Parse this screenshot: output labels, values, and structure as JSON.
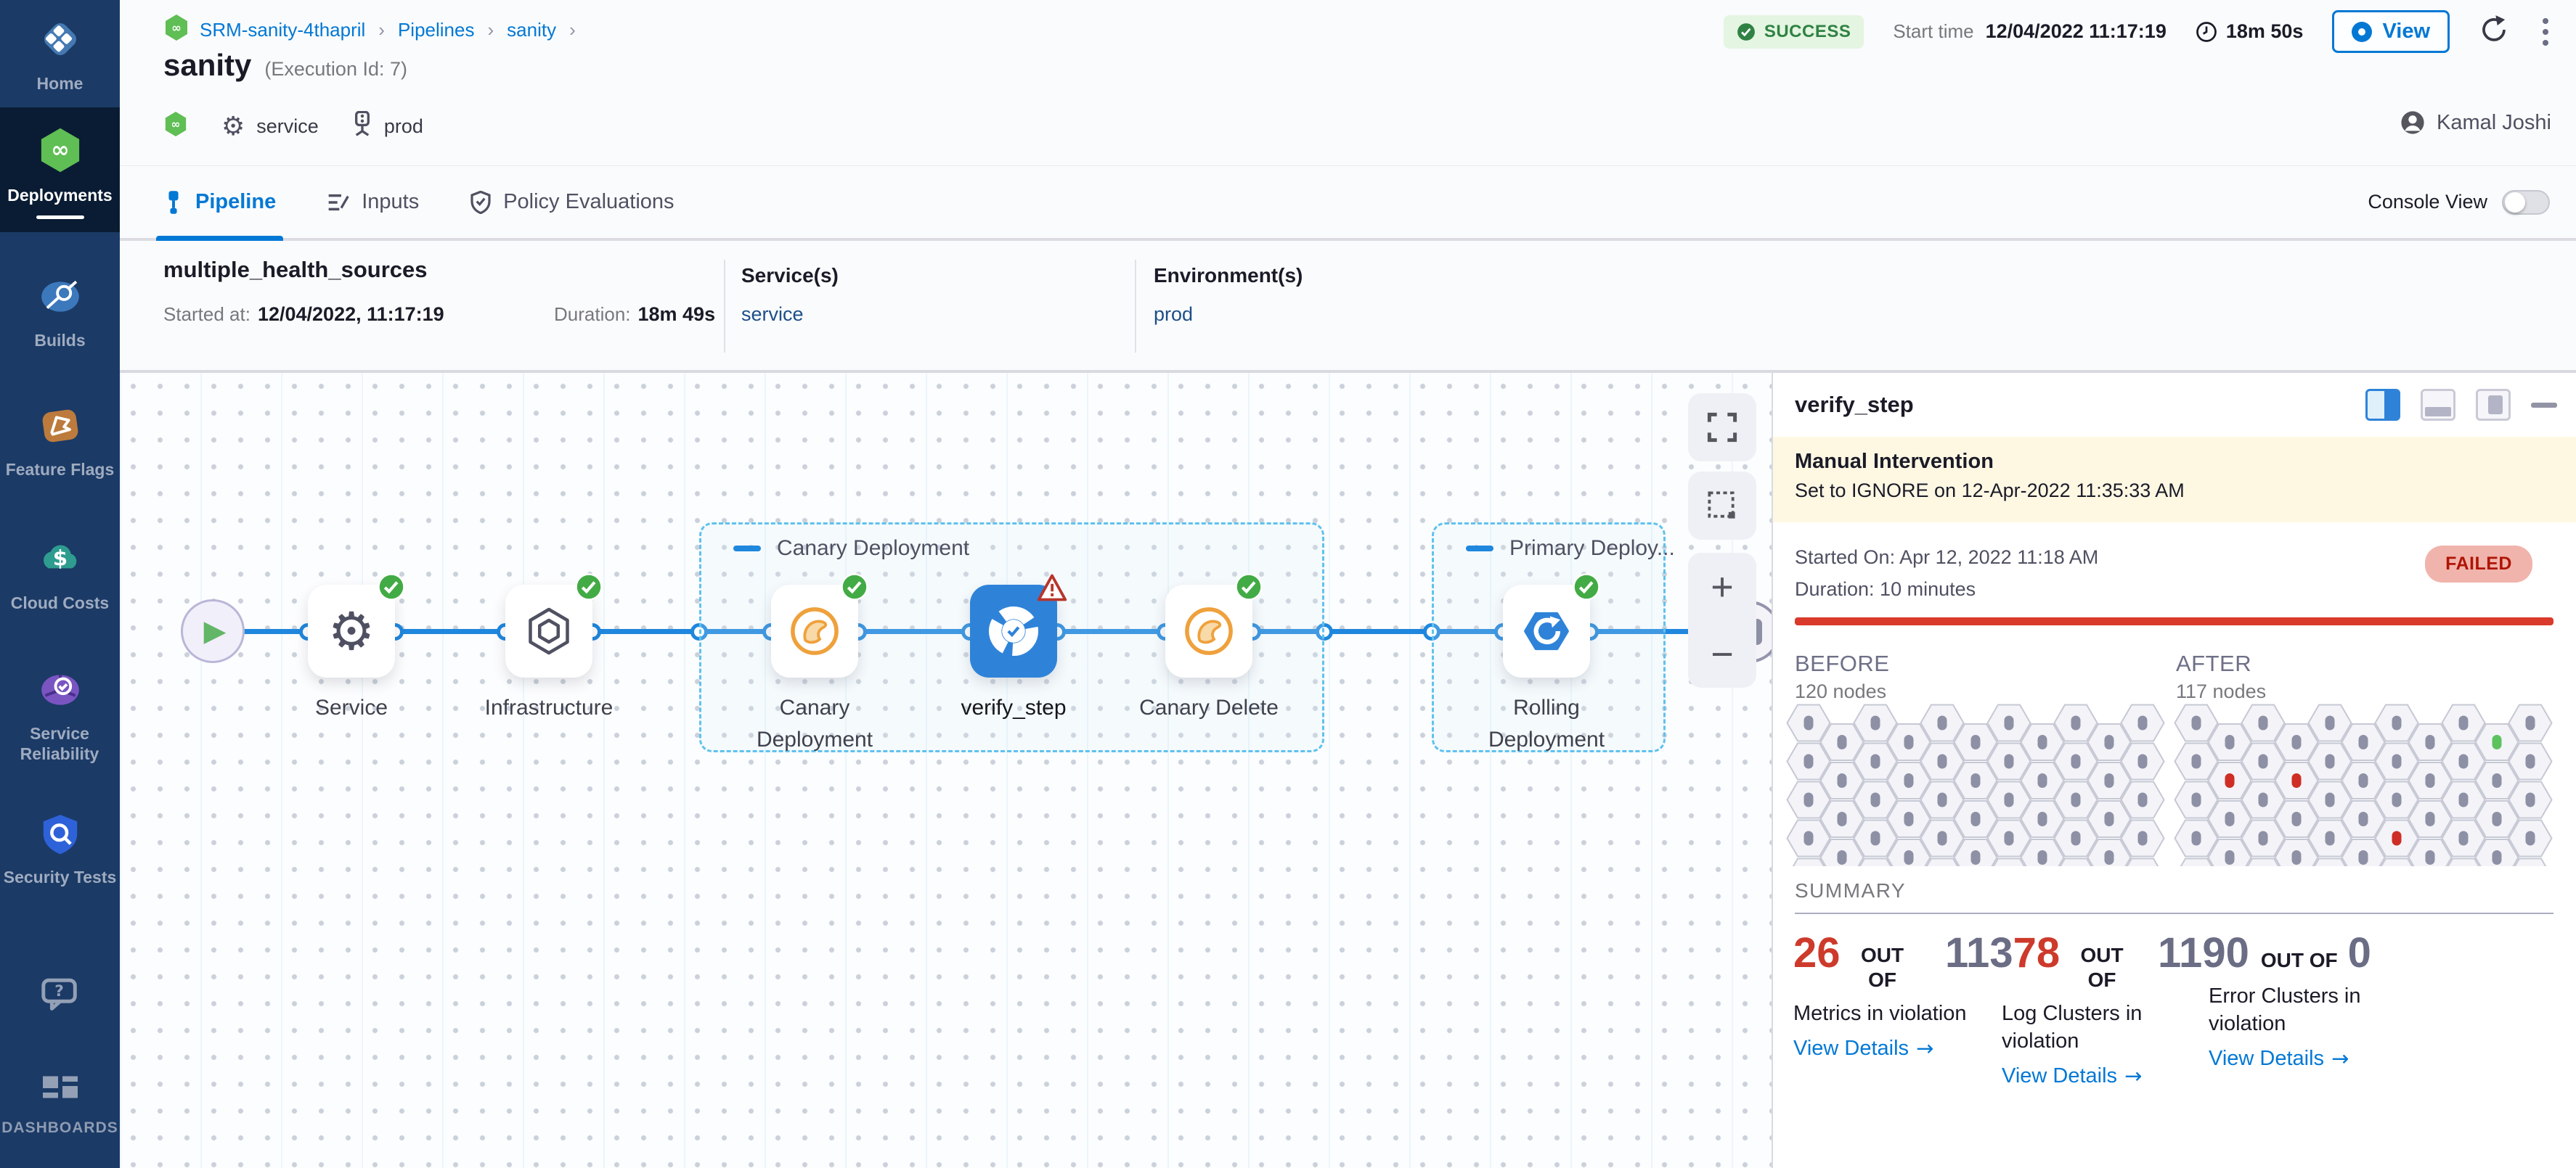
{
  "colors": {
    "accent_blue": "#0278D5",
    "connector_blue": "#1F87DD",
    "success_green": "#42AB45",
    "fail_red": "#D93A2C",
    "hex_dot_gray": "#8E90A5",
    "hex_dot_red": "#CE2E23",
    "hex_dot_green": "#5CC25E"
  },
  "sidebar": {
    "items": [
      {
        "id": "home",
        "label": "Home"
      },
      {
        "id": "deployments",
        "label": "Deployments"
      },
      {
        "id": "builds",
        "label": "Builds"
      },
      {
        "id": "feature-flags",
        "label": "Feature Flags"
      },
      {
        "id": "cloud-costs",
        "label": "Cloud Costs"
      },
      {
        "id": "service-reliability",
        "label": "Service Reliability"
      },
      {
        "id": "security-tests",
        "label": "Security Tests"
      }
    ],
    "dashboards_label": "DASHBOARDS"
  },
  "header": {
    "breadcrumb": {
      "project": "SRM-sanity-4thapril",
      "section": "Pipelines",
      "pipeline": "sanity",
      "sep": "›"
    },
    "title": "sanity",
    "execution_id": "(Execution Id: 7)",
    "tag_service": "service",
    "tag_env": "prod",
    "status": "SUCCESS",
    "start_time_label": "Start time",
    "start_time": "12/04/2022 11:17:19",
    "elapsed": "18m 50s",
    "view_label": "View",
    "user": "Kamal Joshi"
  },
  "tabs": {
    "pipeline": "Pipeline",
    "inputs": "Inputs",
    "policy": "Policy Evaluations",
    "console_view": "Console View"
  },
  "stage": {
    "name": "multiple_health_sources",
    "started_label": "Started at:",
    "started": "12/04/2022, 11:17:19",
    "duration_label": "Duration:",
    "duration": "18m 49s",
    "services_label": "Service(s)",
    "service": "service",
    "env_label": "Environment(s)",
    "env": "prod"
  },
  "graph": {
    "groups": [
      {
        "label": "Canary Deployment"
      },
      {
        "label": "Primary Deploy..."
      }
    ],
    "nodes": [
      {
        "id": "service",
        "label": "Service",
        "status": "success"
      },
      {
        "id": "infrastructure",
        "label": "Infrastructure",
        "status": "success"
      },
      {
        "id": "canary-deployment",
        "label": "Canary Deployment",
        "status": "success"
      },
      {
        "id": "verify-step",
        "label": "verify_step",
        "status": "warning"
      },
      {
        "id": "canary-delete",
        "label": "Canary Delete",
        "status": "success"
      },
      {
        "id": "rolling-deployment",
        "label": "Rolling Deployment",
        "status": "success"
      }
    ]
  },
  "panel": {
    "title": "verify_step",
    "banner_title": "Manual Intervention",
    "banner_sub": "Set to IGNORE on 12-Apr-2022 11:35:33 AM",
    "started": "Started On: Apr 12, 2022 11:18 AM",
    "duration": "Duration: 10 minutes",
    "status": "FAILED",
    "before_label": "BEFORE",
    "before_nodes": "120 nodes",
    "after_label": "AFTER",
    "after_nodes": "117 nodes",
    "summary_label": "SUMMARY",
    "link_arrow": "→",
    "summary": [
      {
        "value_red": "26",
        "unit": "OUT OF",
        "label": "Metrics in violation",
        "link": "View Details"
      },
      {
        "value_gray": "113",
        "value_red": "78",
        "unit": "OUT OF",
        "label": "Log Clusters in violation",
        "link": "View Details"
      },
      {
        "value_gray": "1190",
        "unit": "OUT OF",
        "total": "0",
        "label": "Error Clusters in violation",
        "link": "View Details"
      }
    ],
    "hex": {
      "cols": 11,
      "rows": 5,
      "after_specials": [
        {
          "c": 9,
          "r": 0,
          "color": "#5CC25E"
        },
        {
          "c": 1,
          "r": 1,
          "color": "#CE2E23"
        },
        {
          "c": 3,
          "r": 1,
          "color": "#CE2E23"
        },
        {
          "c": 6,
          "r": 3,
          "color": "#CE2E23"
        }
      ]
    }
  }
}
